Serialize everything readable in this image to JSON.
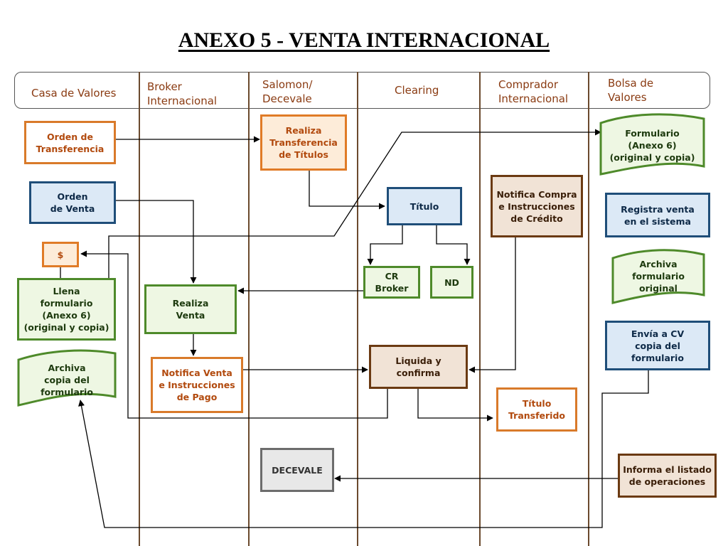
{
  "title": "ANEXO 5 - VENTA INTERNACIONAL",
  "lanes": [
    {
      "label": "Casa de Valores"
    },
    {
      "label": "Broker\nInternacional"
    },
    {
      "label": "Salomon/\nDecevale"
    },
    {
      "label": "Clearing"
    },
    {
      "label": "Comprador\nInternacional"
    },
    {
      "label": "Bolsa de\nValores"
    }
  ],
  "boxes": {
    "orden_transferencia": "Orden de\nTransferencia",
    "orden_venta": "Orden\nde Venta",
    "dinero": "$",
    "llena_formulario": "Llena\nformulario\n(Anexo 6)\n(original y copia)",
    "archiva_copia": "Archiva\ncopia del\nformulario",
    "realiza_venta": "Realiza\nVenta",
    "notifica_venta": "Notifica Venta\ne Instrucciones\nde Pago",
    "realiza_transferencia": "Realiza\nTransferencia\nde Títulos",
    "decevale": "DECEVALE",
    "titulo": "Título",
    "cr_broker": "CR\nBroker",
    "nd": "ND",
    "liquida_confirma": "Liquida y\nconfirma",
    "titulo_transferido": "Título\nTransferido",
    "notifica_compra": "Notifica Compra\ne Instrucciones\nde Crédito",
    "formulario_anexo": "Formulario\n(Anexo 6)\n(original y copia)",
    "registra_venta": "Registra venta\nen  el sistema",
    "archiva_original": "Archiva\nformulario\noriginal",
    "envia_cv": "Envía a CV\ncopia del\nformulario",
    "informa_listado": "Informa el listado\nde operaciones"
  }
}
